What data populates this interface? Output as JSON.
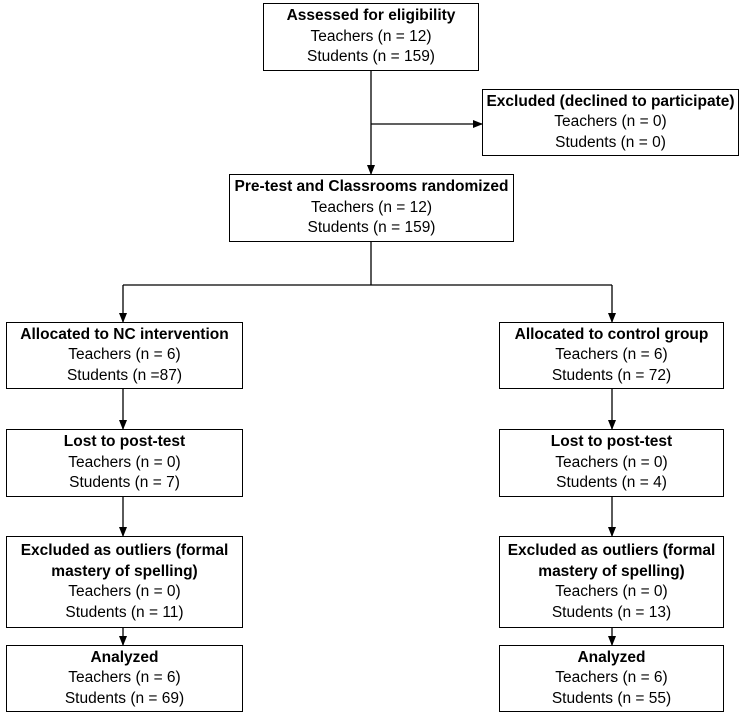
{
  "flowchart": {
    "assessed": {
      "title": "Assessed for eligibility",
      "teachers": "Teachers (n = 12)",
      "students": "Students (n = 159)"
    },
    "excluded": {
      "title": "Excluded (declined to participate)",
      "teachers": "Teachers (n = 0)",
      "students": "Students (n = 0)"
    },
    "pretest": {
      "title": "Pre-test and Classrooms randomized",
      "teachers": "Teachers (n = 12)",
      "students": "Students (n = 159)"
    },
    "intervention": {
      "allocated": {
        "title": "Allocated to NC intervention",
        "teachers": "Teachers (n = 6)",
        "students": "Students (n =87)"
      },
      "lost": {
        "title": "Lost to post-test",
        "teachers": "Teachers (n = 0)",
        "students": "Students (n = 7)"
      },
      "outliers": {
        "title_line1": "Excluded as outliers (formal",
        "title_line2": "mastery of spelling)",
        "teachers": "Teachers (n = 0)",
        "students": "Students (n = 11)"
      },
      "analyzed": {
        "title": "Analyzed",
        "teachers": "Teachers (n = 6)",
        "students": "Students (n = 69)"
      }
    },
    "control": {
      "allocated": {
        "title": "Allocated to control group",
        "teachers": "Teachers (n = 6)",
        "students": "Students (n = 72)"
      },
      "lost": {
        "title": "Lost to post-test",
        "teachers": "Teachers (n = 0)",
        "students": "Students (n = 4)"
      },
      "outliers": {
        "title_line1": "Excluded as outliers (formal",
        "title_line2": "mastery of spelling)",
        "teachers": "Teachers (n = 0)",
        "students": "Students (n = 13)"
      },
      "analyzed": {
        "title": "Analyzed",
        "teachers": "Teachers (n = 6)",
        "students": "Students (n = 55)"
      }
    }
  }
}
